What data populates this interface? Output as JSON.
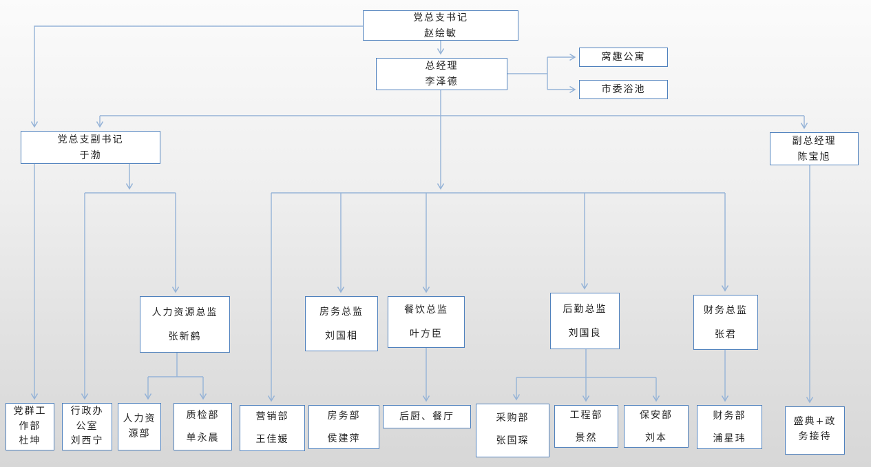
{
  "colors": {
    "box_border": "#4f81bd",
    "connector_line": "#95b3d7",
    "box_fill": "#ffffff",
    "background_top": "#fbfbfb",
    "background_bottom": "#d7d7d7",
    "text": "#222222"
  },
  "nodes": {
    "party_secretary": {
      "title": "党总支书记",
      "name": "赵绘敏"
    },
    "general_manager": {
      "title": "总经理",
      "name": "李泽德"
    },
    "woqu_apartment": {
      "label": "窝趣公寓"
    },
    "shiwei_bath": {
      "label": "市委浴池"
    },
    "deputy_party_secretary": {
      "title": "党总支副书记",
      "name": "于渤"
    },
    "deputy_general_manager": {
      "title": "副总经理",
      "name": "陈宝旭"
    },
    "hr_director": {
      "title": "人力资源总监",
      "name": "张新鹤"
    },
    "rooms_director": {
      "title": "房务总监",
      "name": "刘国相"
    },
    "food_beverage_director": {
      "title": "餐饮总监",
      "name": "叶方臣"
    },
    "logistics_director": {
      "title": "后勤总监",
      "name": "刘国良"
    },
    "finance_director": {
      "title": "财务总监",
      "name": "张君"
    },
    "party_mass_dept": {
      "title": "党群工作部",
      "name": "杜坤"
    },
    "admin_office": {
      "title": "行政办公室",
      "name": "刘西宁"
    },
    "hr_dept": {
      "label": "人力资源部"
    },
    "quality_dept": {
      "title": "质检部",
      "name": "单永晨"
    },
    "marketing_dept": {
      "title": "营销部",
      "name": "王佳媛"
    },
    "rooms_dept": {
      "title": "房务部",
      "name": "侯建萍"
    },
    "kitchen_dining": {
      "label": "后厨、餐厅"
    },
    "purchasing_dept": {
      "title": "采购部",
      "name": "张国琛"
    },
    "engineering_dept": {
      "title": "工程部",
      "name": "景然"
    },
    "security_dept": {
      "title": "保安部",
      "name": "刘本"
    },
    "finance_dept": {
      "title": "财务部",
      "name": "浦星玮"
    },
    "events_reception": {
      "label": "盛典+政务接待"
    }
  }
}
